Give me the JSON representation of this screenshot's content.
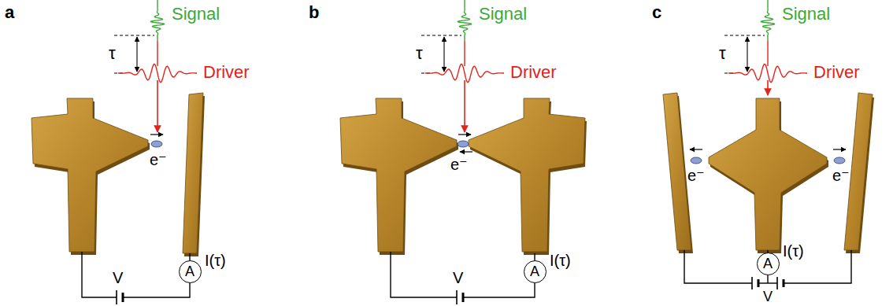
{
  "diagram": {
    "nodes": [
      {
        "text": [
          "A"
        ]
      },
      {
        "text": [
          "A"
        ]
      },
      {
        "text": [
          "A"
        ]
      }
    ],
    "labels": [
      "a",
      "Signal",
      "τ",
      "Driver",
      "e⁻",
      "V",
      "I(τ)",
      "b",
      "Signal",
      "τ",
      "Driver",
      "e⁻",
      "V",
      "I(τ)",
      "c",
      "Signal",
      "τ",
      "Driver",
      "e⁻",
      "e⁻",
      "I(τ)",
      "V"
    ]
  }
}
